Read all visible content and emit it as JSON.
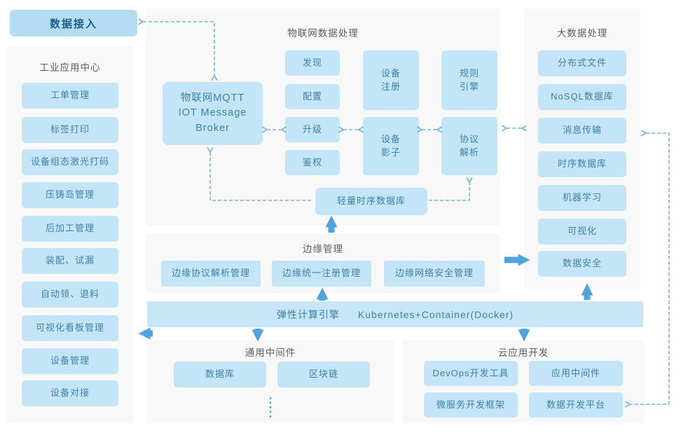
{
  "palette": {
    "node_fill": "#c3e5f7",
    "accent_fill": "#b4ddf4",
    "panel_bg": "#f8f8f9",
    "node_text": "#3f80ad",
    "accent_text": "#1d5c8c",
    "title_text": "#5e5e5e",
    "solid_arrow": "#4fa5db",
    "dashed_line": "#73b6e3"
  },
  "data_access": {
    "label": "数据接入"
  },
  "industrial": {
    "title": "工业应用中心",
    "items": [
      "工单管理",
      "标签打印",
      "设备组态激光打码",
      "压铸岛管理",
      "后加工管理",
      "装配、试漏",
      "自动领、退料",
      "可视化看板管理",
      "设备管理",
      "设备对接"
    ]
  },
  "iot": {
    "title": "物联网数据处理",
    "broker_lines": [
      "物联网MQTT",
      "IOT Message",
      "Broker"
    ],
    "functions": [
      "发现",
      "配置",
      "升级",
      "鉴权"
    ],
    "device_col": [
      "设备\n注册",
      "设备\n影子"
    ],
    "rule_col": [
      "规则\n引擎",
      "协议\n解析"
    ],
    "tsdb": "轻量时序数据库"
  },
  "bigdata": {
    "title": "大数据处理",
    "items": [
      "分布式文件",
      "NoSQL数据库",
      "消息传输",
      "时序数据库",
      "机器学习",
      "可视化",
      "数据安全"
    ]
  },
  "edge": {
    "title": "边缘管理",
    "items": [
      "边缘协议解析管理",
      "边缘统一注册管理",
      "边缘网络安全管理"
    ]
  },
  "compute": {
    "engine_label": "弹性计算引擎",
    "runtime_label": "Kubernetes+Container(Docker)"
  },
  "middleware": {
    "title": "通用中间件",
    "items": [
      "数据库",
      "区块链"
    ]
  },
  "cloud": {
    "title": "云应用开发",
    "items": [
      "DevOps开发工具",
      "应用中间件",
      "微服务开发框架",
      "数据开发平台"
    ]
  }
}
